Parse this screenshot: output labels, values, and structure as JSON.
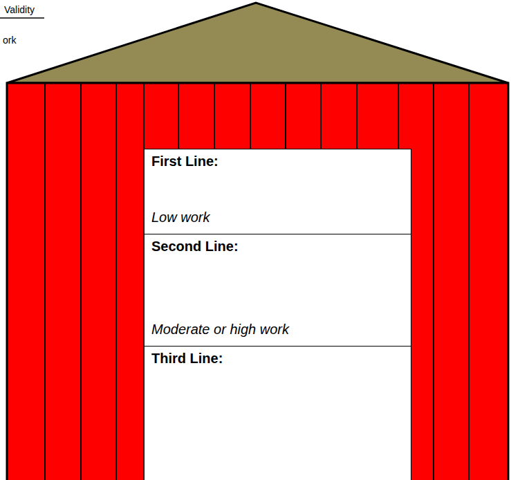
{
  "diagram": {
    "nodes": [
      {
        "text": [
          "First Line:",
          "Low work"
        ]
      },
      {
        "text": [
          "Second Line:",
          "Moderate or high work"
        ]
      },
      {
        "text": [
          "Third Line:"
        ]
      }
    ],
    "labels": [
      "Validity",
      "ork"
    ]
  }
}
